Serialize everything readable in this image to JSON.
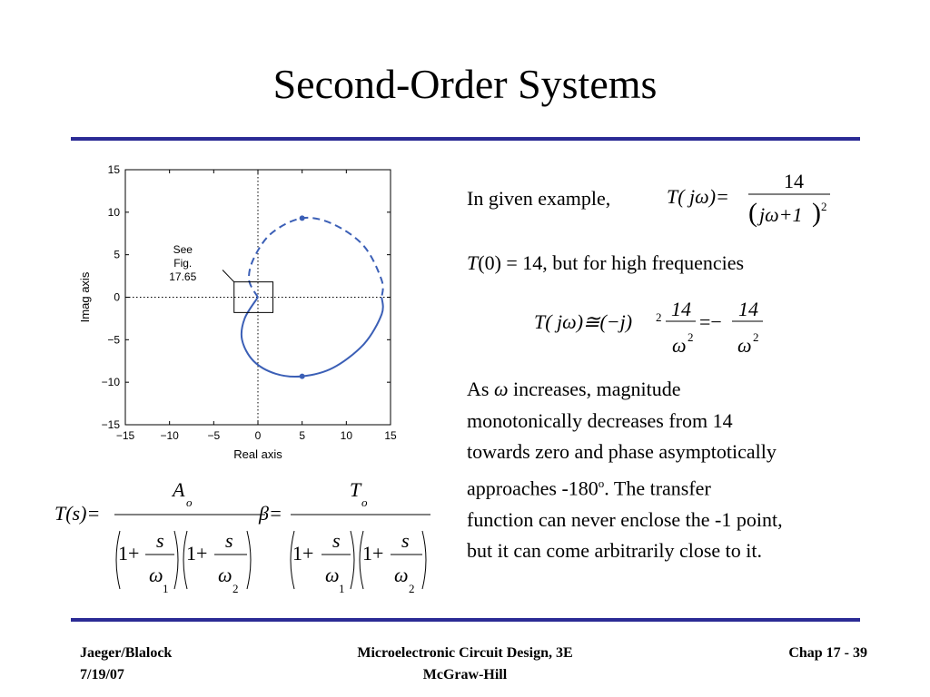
{
  "slide": {
    "title": "Second-Order Systems",
    "intro": "In given example,",
    "t0_line": {
      "t": "T",
      "rest": "(0) = 14, but for high frequencies"
    },
    "para": {
      "as": "As",
      "omega": "ω",
      "p1": "increases, magnitude",
      "l2": "monotonically decreases from 14",
      "l3": "towards zero and phase asymptotically",
      "l4a": "approaches -180",
      "l4sup": "o",
      "l4b": ". The transfer",
      "l5": "function can never enclose the -1 point,",
      "l6": "but it can come arbitrarily close to it."
    },
    "eq1": {
      "lhs": "T( jω)=",
      "num": "14",
      "den": "jω+1",
      "pow": "2"
    },
    "eq2": {
      "lhs": "T( jω)≅(−j)",
      "pow": "2",
      "num": "14",
      "den": "ω",
      "den_pow": "2",
      "mid": "=−",
      "num2": "14",
      "den2": "ω",
      "den2_pow": "2"
    },
    "eq3": {
      "lhs": "T(s)=",
      "num": "A",
      "num_sub": "o",
      "one": "1+",
      "s": "s",
      "w": "ω",
      "w1": "1",
      "w2": "2"
    },
    "eq4": {
      "lhs": "β=",
      "num": "T",
      "num_sub": "o",
      "one": "1+",
      "s": "s",
      "w": "ω",
      "w1": "1",
      "w2": "2"
    },
    "footer": {
      "left1": "Jaeger/Blalock",
      "left2": "7/19/07",
      "center1": "Microelectronic Circuit Design, 3E",
      "center2": "McGraw-Hill",
      "right": "Chap 17 - 39"
    },
    "colors": {
      "rule": "#2b2b95",
      "curve": "#3b5fb6"
    }
  },
  "chart_data": {
    "type": "line",
    "xlabel": "Real axis",
    "ylabel": "Imag axis",
    "xlim": [
      -15,
      15
    ],
    "ylim": [
      -15,
      15
    ],
    "xticks": [
      "−15",
      "−10",
      "−5",
      "0",
      "5",
      "10",
      "15"
    ],
    "yticks": [
      "15",
      "10",
      "5",
      "0",
      "−5",
      "−10",
      "−15"
    ],
    "annotation": [
      "See",
      "Fig.",
      "17.65"
    ],
    "series": [
      {
        "style": "solid",
        "points": [
          [
            0,
            0
          ],
          [
            -1.5,
            -2.5
          ],
          [
            -1.8,
            -5
          ],
          [
            -0.5,
            -7.5
          ],
          [
            2,
            -9
          ],
          [
            5,
            -9.3
          ],
          [
            8.5,
            -8.3
          ],
          [
            12,
            -5.5
          ],
          [
            14,
            -2
          ],
          [
            14,
            0
          ]
        ]
      },
      {
        "style": "dashed",
        "points": [
          [
            0,
            0
          ],
          [
            -1,
            2
          ],
          [
            -0.5,
            4.5
          ],
          [
            1.5,
            7.5
          ],
          [
            5,
            9.3
          ],
          [
            8.5,
            8.6
          ],
          [
            12,
            6
          ],
          [
            14,
            2
          ],
          [
            14,
            0
          ]
        ]
      }
    ]
  }
}
